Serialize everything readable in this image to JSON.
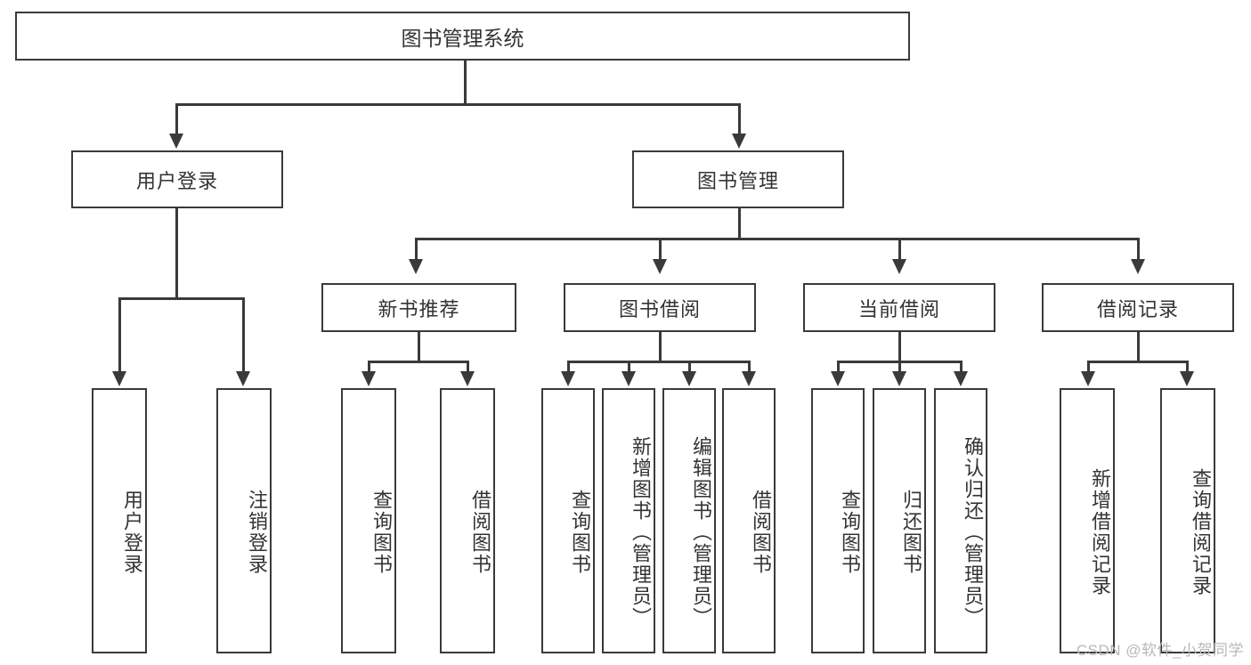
{
  "diagram": {
    "title": "图书管理系统",
    "type": "tree",
    "root": {
      "id": "root",
      "label": "图书管理系统"
    },
    "level2": [
      {
        "id": "user-login",
        "label": "用户登录"
      },
      {
        "id": "book-management",
        "label": "图书管理"
      }
    ],
    "level3": [
      {
        "id": "new-book-recommend",
        "label": "新书推荐"
      },
      {
        "id": "book-borrow",
        "label": "图书借阅"
      },
      {
        "id": "current-borrow",
        "label": "当前借阅"
      },
      {
        "id": "borrow-record",
        "label": "借阅记录"
      }
    ],
    "leaves": {
      "user_login": [
        {
          "id": "leaf-user-login",
          "label": "用户登录"
        },
        {
          "id": "leaf-logout-login",
          "label": "注销登录"
        }
      ],
      "new_book_recommend": [
        {
          "id": "leaf-query-book-1",
          "label": "查询图书"
        },
        {
          "id": "leaf-borrow-book-1",
          "label": "借阅图书"
        }
      ],
      "book_borrow": [
        {
          "id": "leaf-query-book-2",
          "label": "查询图书"
        },
        {
          "id": "leaf-add-book",
          "label": "新增图书（管理员）"
        },
        {
          "id": "leaf-edit-book",
          "label": "编辑图书（管理员）"
        },
        {
          "id": "leaf-borrow-book-2",
          "label": "借阅图书"
        }
      ],
      "current_borrow": [
        {
          "id": "leaf-query-book-3",
          "label": "查询图书"
        },
        {
          "id": "leaf-return-book",
          "label": "归还图书"
        },
        {
          "id": "leaf-confirm-return",
          "label": "确认归还（管理员）"
        }
      ],
      "borrow_record": [
        {
          "id": "leaf-add-record",
          "label": "新增借阅记录"
        },
        {
          "id": "leaf-query-record",
          "label": "查询借阅记录"
        }
      ]
    }
  },
  "watermark": {
    "text": "CSDN @软件_小贺同学"
  },
  "colors": {
    "stroke": "#3a3a3a",
    "text": "#333333",
    "background": "#ffffff",
    "watermark": "#b9b9b9"
  }
}
